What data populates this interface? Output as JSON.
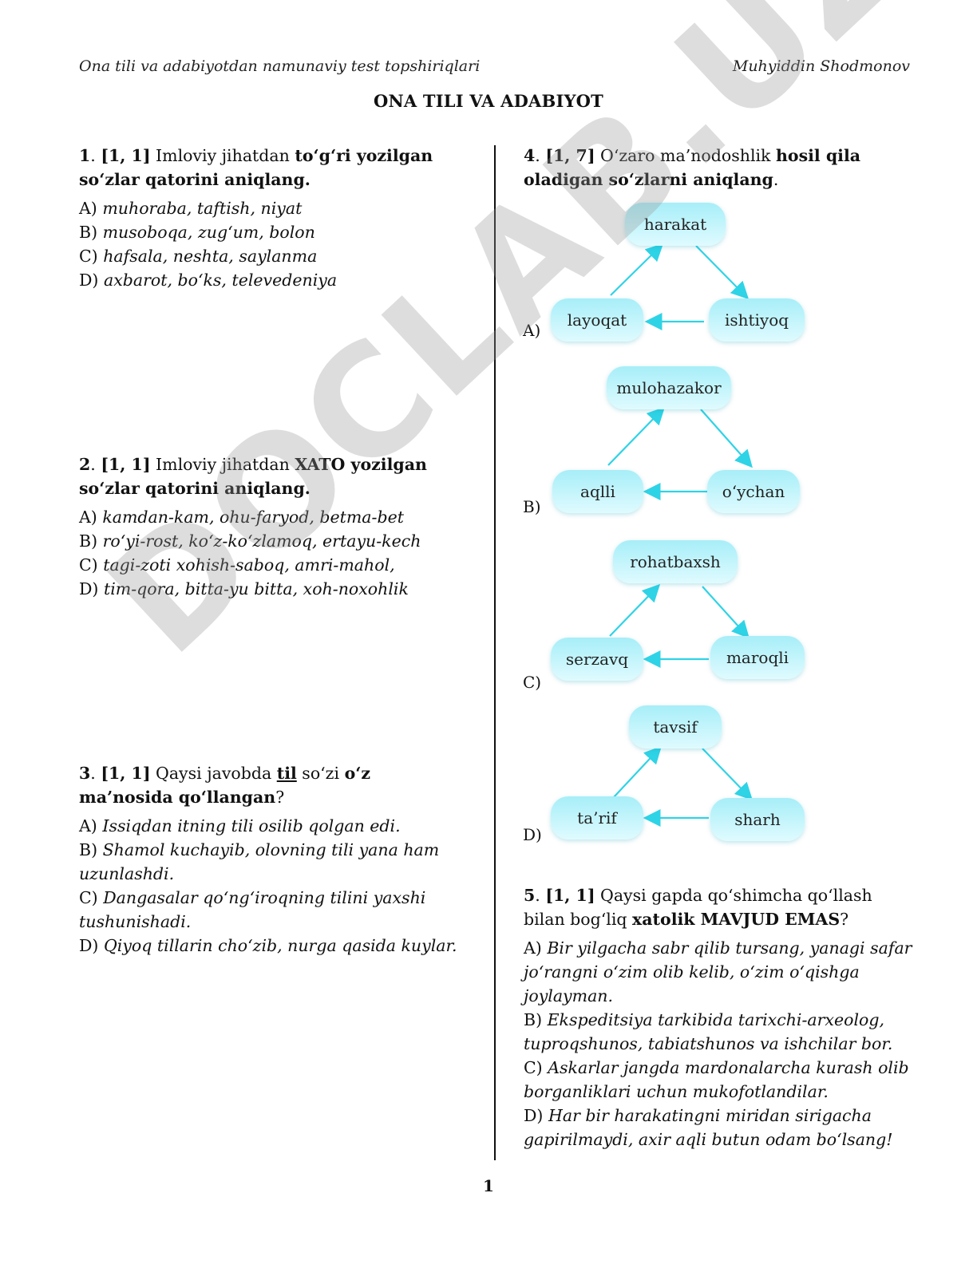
{
  "header": {
    "left": "Ona tili va adabiyotdan namunaviy test topshiriqlari",
    "right": "Muhyiddin Shodmonov"
  },
  "title": "ONA TILI VA ADABIYOT",
  "watermark": "DOCLAB.UZ",
  "page_number": "1",
  "q1": {
    "num": "1",
    "score": "[1, 1]",
    "text_plain": " Imloviy jihatdan ",
    "text_bold": "to‘g‘ri yozilgan so‘zlar qatorini aniqlang.",
    "options": [
      {
        "letter": "A)",
        "text": "muhoraba, taftish, niyat"
      },
      {
        "letter": "B)",
        "text": "musoboqa, zug‘um, bolon"
      },
      {
        "letter": "C)",
        "text": "hafsala, neshta, saylanma"
      },
      {
        "letter": "D)",
        "text": "axbarot, bo‘ks, televedeniya"
      }
    ]
  },
  "q2": {
    "num": "2",
    "score": "[1, 1]",
    "text_plain": " Imloviy jihatdan ",
    "text_bold": "XATO yozilgan so‘zlar qatorini aniqlang.",
    "options": [
      {
        "letter": "A)",
        "text": "kamdan-kam, ohu-faryod, betma-bet"
      },
      {
        "letter": "B)",
        "text": "ro‘yi-rost, ko‘z-ko‘zlamoq, ertayu-kech"
      },
      {
        "letter": "C)",
        "text": "tagi-zoti  xohish-saboq, amri-mahol,"
      },
      {
        "letter": "D)",
        "text": "tim-qora, bitta-yu bitta, xoh-noxohlik"
      }
    ]
  },
  "q3": {
    "num": "3",
    "score": "[1, 1]",
    "text_plain1": " Qaysi javobda ",
    "text_underline": "til",
    "text_plain2": " so‘zi ",
    "text_bold": "o‘z ma’nosida qo‘llangan",
    "text_end": "?",
    "options": [
      {
        "letter": "A)",
        "text": "Issiqdan itning tili osilib qolgan edi."
      },
      {
        "letter": "B)",
        "text": "Shamol kuchayib, olovning tili yana ham uzunlashdi."
      },
      {
        "letter": "C)",
        "text": "Dangasalar qo‘ng‘iroqning tilini yaxshi tushunishadi."
      },
      {
        "letter": "D)",
        "text": "Qiyoq tillarin cho‘zib, nurga qasida kuylar."
      }
    ]
  },
  "q4": {
    "num": "4",
    "score": "[1, 7]",
    "text_plain": " O‘zaro ma’nodoshlik ",
    "text_bold": "hosil qila oladigan so‘zlarni aniqlang",
    "text_end": ".",
    "diagrams": [
      {
        "letter": "A)",
        "top": "harakat",
        "left": "layoqat",
        "right": "ishtiyoq"
      },
      {
        "letter": "B)",
        "top": "mulohazakor",
        "left": "aqlli",
        "right": "o‘ychan"
      },
      {
        "letter": "C)",
        "top": "rohatbaxsh",
        "left": "serzavq",
        "right": "maroqli"
      },
      {
        "letter": "D)",
        "top": "tavsif",
        "left": "ta’rif",
        "right": "sharh"
      }
    ]
  },
  "q5": {
    "num": "5",
    "score": "[1, 1]",
    "text_plain": " Qaysi gapda qo‘shimcha qo‘llash bilan bog‘liq ",
    "text_bold": "xatolik MAVJUD EMAS",
    "text_end": "?",
    "options": [
      {
        "letter": "A)",
        "text": "Bir yilgacha sabr qilib tursang, yanagi safar jo‘rangni o‘zim olib kelib, o‘zim o‘qishga joylayman."
      },
      {
        "letter": "B)",
        "text": "Ekspeditsiya tarkibida tarixchi-arxeolog, tuproqshunos, tabiatshunos va ishchilar bor."
      },
      {
        "letter": "C)",
        "text": "Askarlar jangda mardonalarcha kurash olib borganliklari uchun mukofotlandilar."
      },
      {
        "letter": "D)",
        "text": "Har bir harakatingni miridan sirigacha gapirilmaydi, axir aqli butun odam bo‘lsang!"
      }
    ]
  },
  "colors": {
    "node_fill": "#a7eef8",
    "arrow": "#2fd3e6"
  }
}
